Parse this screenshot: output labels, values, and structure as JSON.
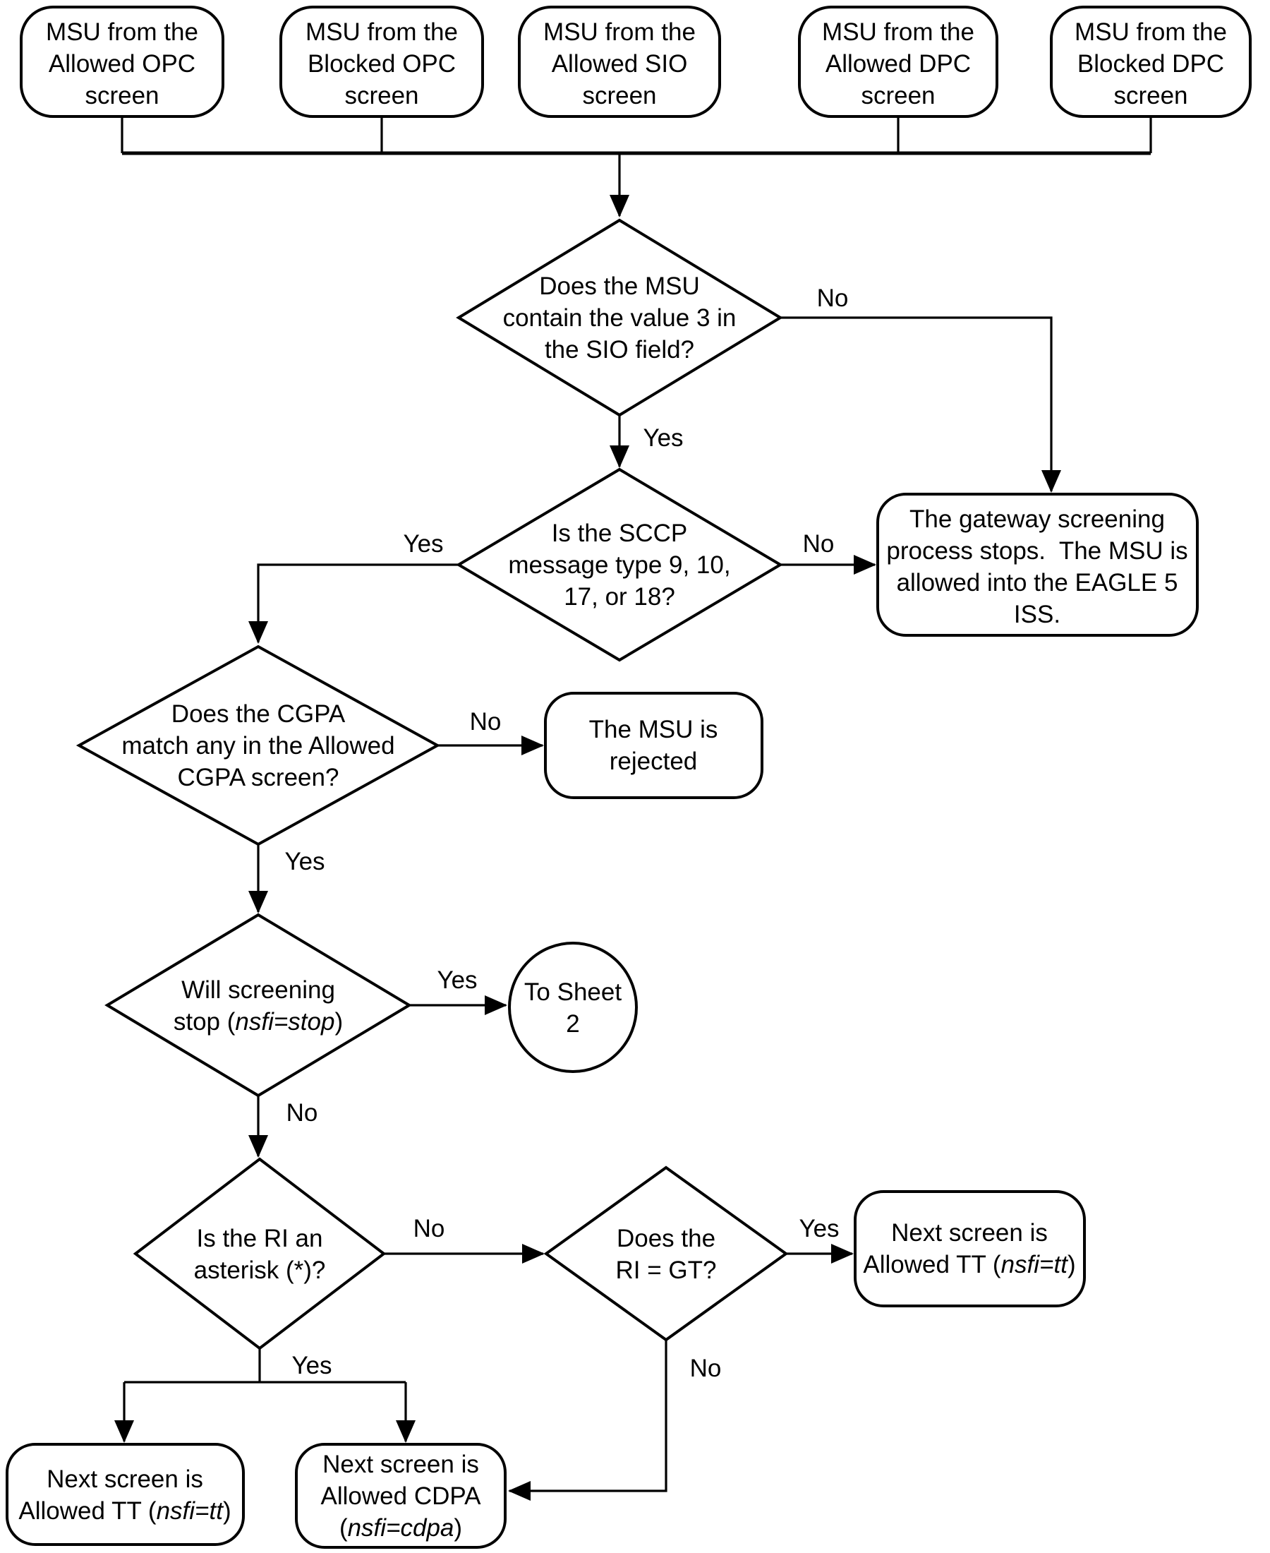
{
  "colors": {
    "stroke": "#000000",
    "background": "#ffffff"
  },
  "labels": {
    "yes": "Yes",
    "no": "No"
  },
  "sources": [
    {
      "lines": [
        "MSU from the",
        "Allowed OPC",
        "screen"
      ]
    },
    {
      "lines": [
        "MSU from the",
        "Blocked OPC",
        "screen"
      ]
    },
    {
      "lines": [
        "MSU from the",
        "Allowed SIO",
        "screen"
      ]
    },
    {
      "lines": [
        "MSU from the",
        "Allowed DPC",
        "screen"
      ]
    },
    {
      "lines": [
        "MSU from the",
        "Blocked DPC",
        "screen"
      ]
    }
  ],
  "decisions": {
    "sio": {
      "lines": [
        "Does the MSU",
        "contain the value 3 in",
        "the SIO field?"
      ]
    },
    "sccp": {
      "lines": [
        "Is the SCCP",
        "message type 9, 10,",
        "17, or 18?"
      ]
    },
    "cgpa": {
      "lines": [
        "Does the CGPA",
        "match any in the Allowed",
        "CGPA screen?"
      ]
    },
    "stop": {
      "line1": "Will screening",
      "line2": {
        "pre": "stop (",
        "italic": "nsfi=stop",
        "post": ")"
      }
    },
    "asterisk": {
      "lines": [
        "Is the RI an",
        "asterisk (*)?"
      ]
    },
    "rigt": {
      "lines": [
        "Does the",
        "RI = GT?"
      ]
    }
  },
  "results": {
    "gateway": {
      "lines": [
        "The gateway screening",
        "process stops.  The MSU is",
        "allowed into the EAGLE 5",
        "ISS."
      ]
    },
    "rejected": {
      "lines": [
        "The MSU is",
        "rejected"
      ]
    },
    "sheet2": {
      "lines": [
        "To Sheet",
        "2"
      ]
    },
    "tt_right": {
      "line1": "Next screen is",
      "line2": {
        "pre": "Allowed TT (",
        "italic": "nsfi=tt",
        "post": ")"
      }
    },
    "tt_left": {
      "line1": "Next screen is",
      "line2": {
        "pre": "Allowed TT (",
        "italic": "nsfi=tt",
        "post": ")"
      }
    },
    "cdpa": {
      "line1": "Next screen is",
      "line2": "Allowed CDPA",
      "line3": {
        "pre": "(",
        "italic": "nsfi=cdpa",
        "post": ")"
      }
    }
  }
}
